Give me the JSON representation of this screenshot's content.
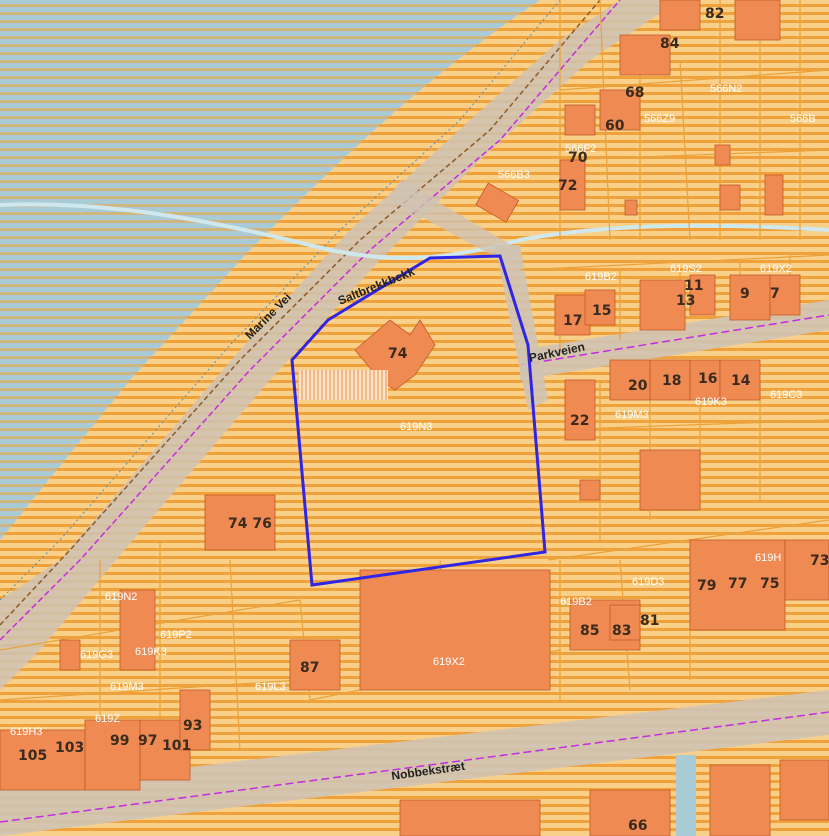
{
  "colors": {
    "water": "#a9cbd6",
    "land": "#f6c97a",
    "stripe": "#f0a13a",
    "building": "#ee8a52",
    "road": "#cfc3b4",
    "boundary_line": "#e9a23a",
    "selection": "#2e25e6",
    "magenta_line": "#c42ce0",
    "brown_line": "#8b5a2b"
  },
  "streets": {
    "coast_road": "Marine Vei",
    "creek_path": "Saltbrekkbekk",
    "park_street": "Parkveien",
    "south_street": "Nobbekstræt"
  },
  "parcels": [
    "566B3",
    "566Z9",
    "566N2",
    "566F2",
    "566B",
    "619B2",
    "619S2",
    "619X2",
    "619N3",
    "619M3",
    "619K3",
    "619H",
    "619C3",
    "619D3",
    "619B2",
    "619N2",
    "619P2",
    "619K3",
    "619L3",
    "619G3",
    "619M3",
    "619Z",
    "619X2",
    "619H3"
  ],
  "house_numbers": [
    "74",
    "74 76",
    "68",
    "60",
    "70",
    "72",
    "82",
    "84",
    "13",
    "11",
    "9",
    "7",
    "17",
    "15",
    "20",
    "18",
    "16",
    "14",
    "22",
    "79",
    "77",
    "75",
    "73",
    "85",
    "83",
    "81",
    "87",
    "99",
    "97",
    "105",
    "103",
    "101",
    "93",
    "66"
  ],
  "selection": {
    "house_number": "74",
    "parcel": "619N3"
  }
}
